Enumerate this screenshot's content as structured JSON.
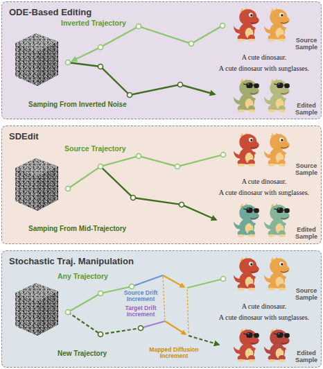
{
  "diagram": {
    "nodes": [
      {
        "text": [
          "ODE-Based Editing",
          "Inverted Trajectory",
          "Source Sample",
          "A cute dinosaur.",
          "A cute dinosaur with sunglasses.",
          "Samping From Inverted Noise",
          "Edited Sample"
        ]
      },
      {
        "text": [
          "SDEdit",
          "Source Trajectory",
          "Source Sample",
          "A cute dinosaur.",
          "A cute dinosaur with sunglasses.",
          "Samping From Mid-Trajectory",
          "Edited Sample"
        ]
      },
      {
        "text": [
          "Stochastic Traj. Manipulation",
          "Any Trajectory",
          "Source Drift Increment",
          "Target Drift Increment",
          "Mapped Diffusion Increment",
          "Source Sample",
          "A cute dinosaur.",
          "A cute dinosaur with sunglasses.",
          "New Trajectory",
          "Edited Sample"
        ]
      }
    ]
  }
}
